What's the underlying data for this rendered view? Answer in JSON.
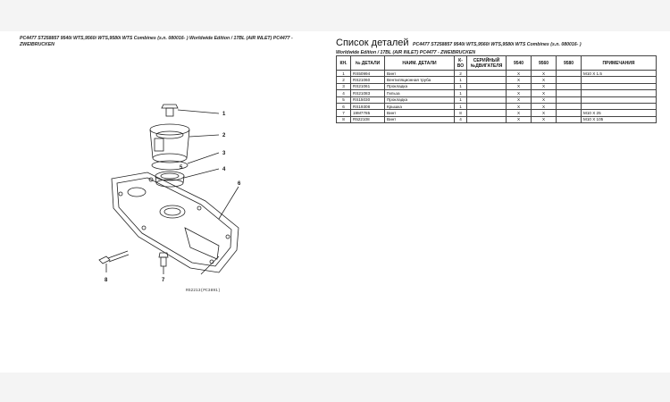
{
  "left_caption": "PC4477 ST258857 9540i WTS,9560i WTS,9580i WTS Combines (s.n. 080016- ) Worldwide Edition / 17BL (AIR INLET) PC4477 - ZWEIBRUCKEN",
  "figure_code": "RS2213(PC3891)",
  "callouts": [
    "1",
    "2",
    "3",
    "4",
    "6",
    "7",
    "8",
    "5"
  ],
  "list_title": "Список деталей",
  "list_caption_line1": "PC4477 ST258857 9540i WTS,9560i WTS,9580i WTS Combines (s.n. 080016- )",
  "list_caption_line2": "Worldwide Edition / 17BL (AIR INLET) PC4477 - ZWEIBRUCKEN",
  "table": {
    "headers": [
      "КН.",
      "№ ДЕТАЛИ",
      "НАИМ. ДЕТАЛИ",
      "К-ВО",
      "СЕРИЙНЫЙ №ДВИГАТЕЛЯ",
      "9540",
      "9560",
      "9580",
      "ПРИМЕЧАНИЯ"
    ],
    "rows": [
      [
        "1",
        "RS50994",
        "Винт",
        "2",
        "",
        "X",
        "X",
        "",
        "M10 X 1.5"
      ],
      [
        "2",
        "RS21060",
        "Вентиляционная труба",
        "1",
        "",
        "X",
        "X",
        "",
        ""
      ],
      [
        "3",
        "RS21061",
        "Прокладка",
        "1",
        "",
        "X",
        "X",
        "",
        ""
      ],
      [
        "4",
        "RS21083",
        "Гильза",
        "1",
        "",
        "X",
        "X",
        "",
        ""
      ],
      [
        "5",
        "RS15030",
        "Прокладка",
        "1",
        "",
        "X",
        "X",
        "",
        ""
      ],
      [
        "6",
        "RS19308",
        "Крышка",
        "1",
        "",
        "X",
        "X",
        "",
        ""
      ],
      [
        "7",
        "19M7785",
        "Винт",
        "8",
        "",
        "X",
        "X",
        "",
        "M10 X 25"
      ],
      [
        "8",
        "R522108",
        "Винт",
        "4",
        "",
        "X",
        "X",
        "",
        "M10 X 105"
      ]
    ]
  }
}
